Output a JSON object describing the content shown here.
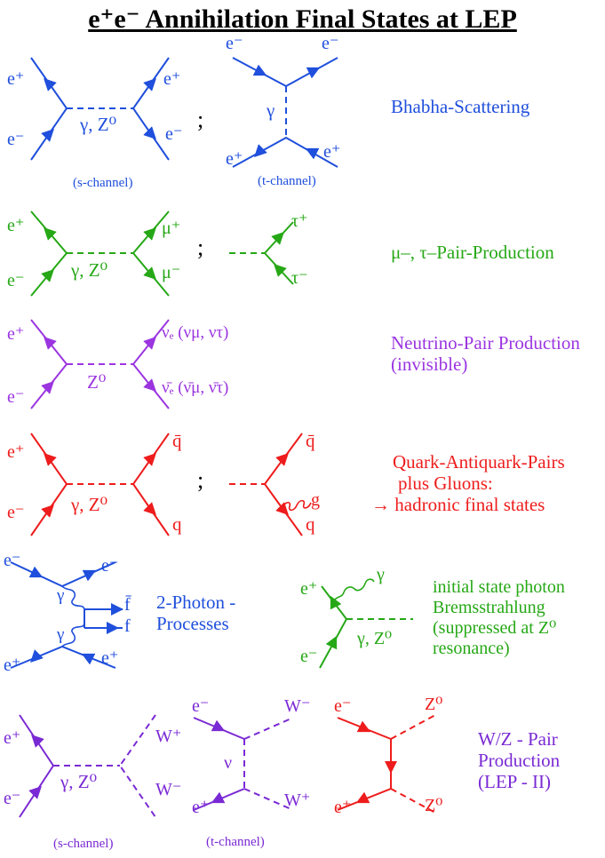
{
  "title": "e⁺e⁻  Annihilation Final States at  LEP",
  "colors": {
    "blue": "#1f4fdc",
    "green": "#26a816",
    "purple": "#9b35e0",
    "red": "#ee1c1c",
    "violet": "#7a2ad4"
  },
  "bhabha": {
    "s": {
      "ep_in": "e⁺",
      "em_in": "e⁻",
      "ep_out": "e⁺",
      "em_out": "e⁻",
      "boson": "γ, Z⁰",
      "label": "(s-channel)"
    },
    "t": {
      "em_in": "e⁻",
      "em_out": "e⁻",
      "boson": "γ",
      "ep_in": "e⁺",
      "ep_out": "e⁺",
      "label": "(t-channel)"
    },
    "sep": ";",
    "name": "Bhabha-Scattering"
  },
  "mutau": {
    "ep": "e⁺",
    "em": "e⁻",
    "boson": "γ, Z⁰",
    "mu_plus": "μ⁺",
    "mu_minus": "μ⁻",
    "sep": ";",
    "tau_plus": "τ⁺",
    "tau_minus": "τ⁻",
    "name": "μ–, τ–Pair-Production"
  },
  "neutrino": {
    "ep": "e⁺",
    "em": "e⁻",
    "boson": "Z⁰",
    "nu_out": "νₑ (νμ, ντ)",
    "nubar_out": "ν̄ₑ (ν̄μ, ν̄τ)",
    "name_line1": "Neutrino-Pair Production",
    "name_line2": "(invisible)"
  },
  "quark": {
    "ep": "e⁺",
    "em": "e⁻",
    "boson": "γ, Z⁰",
    "qbar": "q̄",
    "q": "q",
    "sep": ";",
    "qbar2": "q̄",
    "g": "g",
    "q2": "q",
    "name_line1": "Quark-Antiquark-Pairs",
    "name_line2": "plus Gluons:",
    "name_line3": "→ hadronic final states"
  },
  "twophoton": {
    "em_in": "e⁻",
    "em_out": "e⁻",
    "gamma1": "γ",
    "fbar": "f̄",
    "f": "f",
    "gamma2": "γ",
    "ep_in": "e⁺",
    "ep_out": "e⁺",
    "name_line1": "2-Photon -",
    "name_line2": "Processes"
  },
  "isr": {
    "ep": "e⁺",
    "gamma": "γ",
    "em": "e⁻",
    "boson": "γ, Z⁰",
    "name_line1": "initial state photon",
    "name_line2": "Bremsstrahlung",
    "name_line3": "(suppressed at Z⁰",
    "name_line4": "resonance)"
  },
  "ww": {
    "s": {
      "ep": "e⁺",
      "em": "e⁻",
      "boson": "γ, Z⁰",
      "wp": "W⁺",
      "wm": "W⁻",
      "label": "(s-channel)"
    },
    "t": {
      "em": "e⁻",
      "nu": "ν",
      "ep": "e⁺",
      "wm": "W⁻",
      "wp": "W⁺",
      "label": "(t-channel)"
    },
    "zz": {
      "em": "e⁻",
      "ep": "e⁺",
      "z1": "Z⁰",
      "z2": "Z⁰"
    },
    "name_line1": "W/Z - Pair",
    "name_line2": "Production",
    "name_line3": "(LEP - II)"
  }
}
